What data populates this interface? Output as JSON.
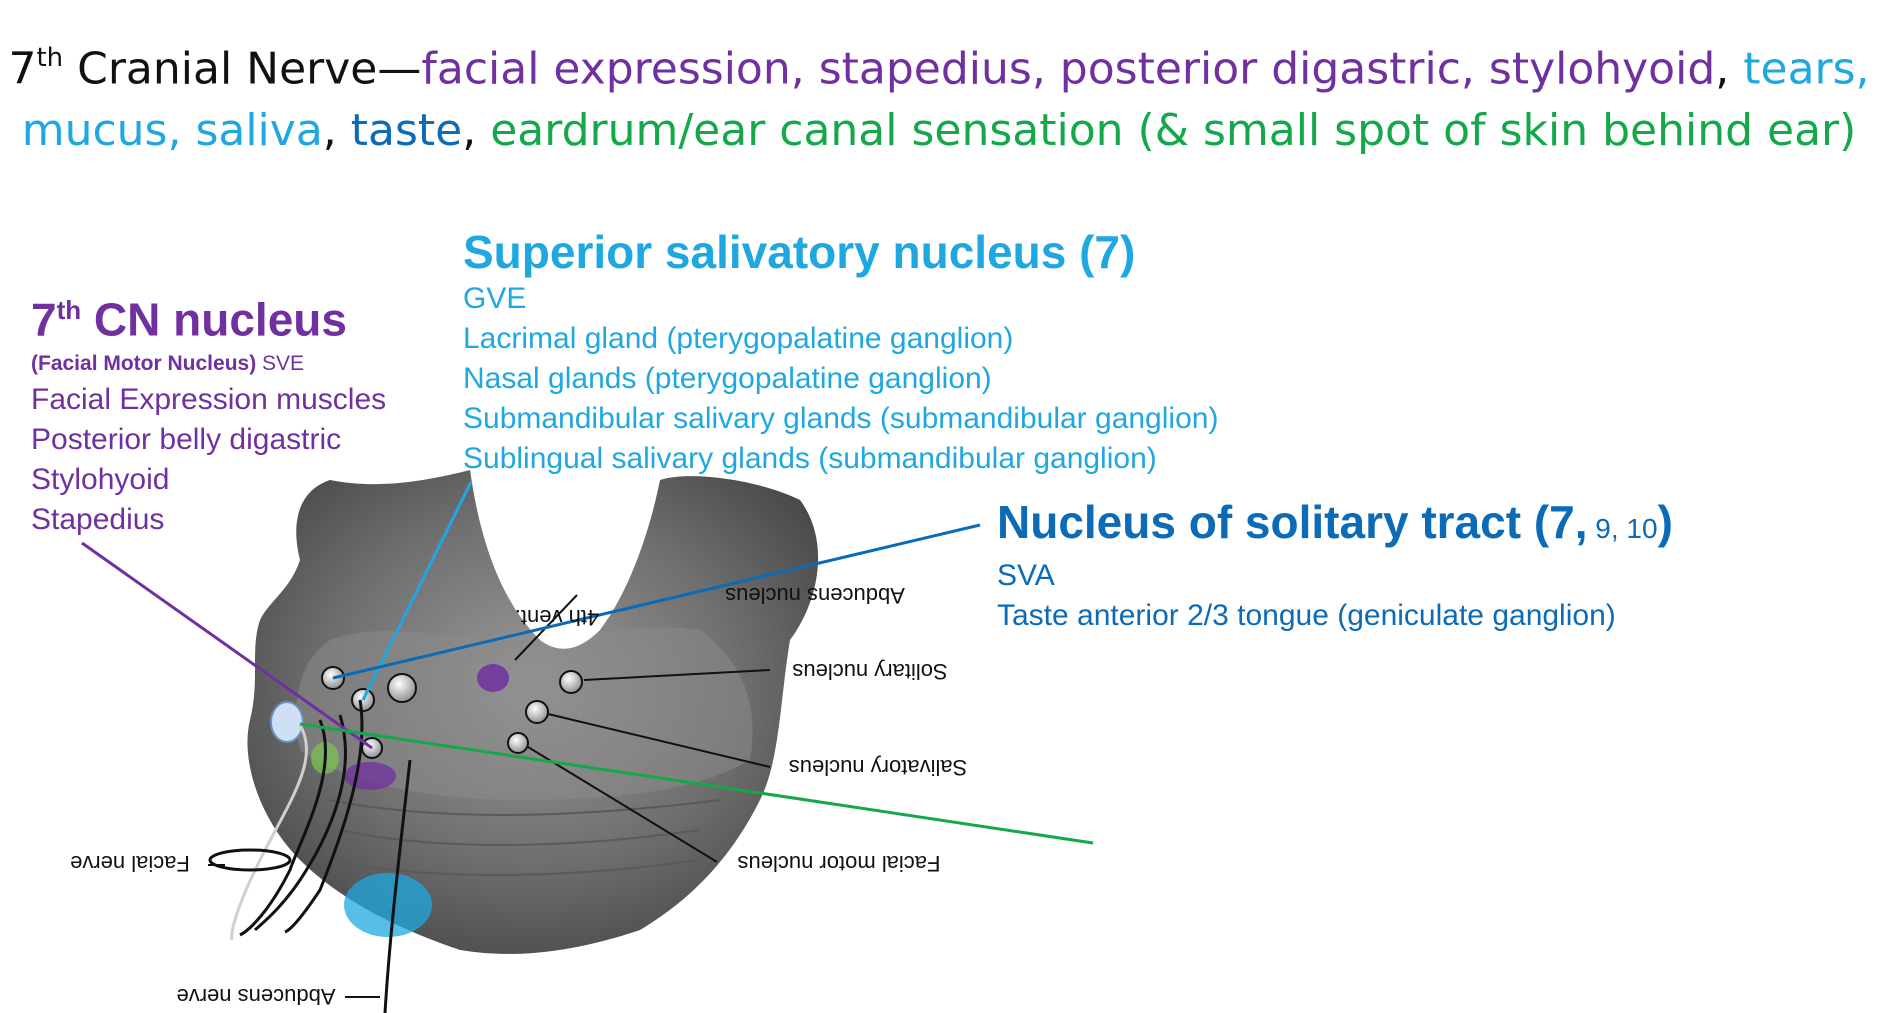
{
  "title": {
    "prefix_main": "7",
    "prefix_sup": "th",
    "prefix_rest": " Cranial Nerve—",
    "motor_text": "facial expression, stapedius, posterior digastric, stylohyoid",
    "sep1": ", ",
    "secretory_text_1": "tears,",
    "secretory_text_2": "mucus, saliva",
    "sep2": ", ",
    "taste_text": "taste",
    "sep3": ", ",
    "sensory_text": "eardrum/ear canal sensation (& small spot of skin behind ear)"
  },
  "motor_nucleus": {
    "title_main": "7",
    "title_sup": "th",
    "title_rest": " CN nucleus",
    "subtitle_bold": "(Facial Motor Nucleus)",
    "subtitle_rest": " SVE",
    "items": [
      "Facial Expression muscles",
      "Posterior belly digastric",
      "Stylohyoid",
      "Stapedius"
    ]
  },
  "salivatory_nucleus": {
    "title": "Superior salivatory nucleus (7)",
    "items": [
      "GVE",
      "Lacrimal gland (pterygopalatine ganglion)",
      "Nasal glands (pterygopalatine ganglion)",
      "Submandibular salivary glands (submandibular ganglion)",
      "Sublingual salivary glands (submandibular ganglion)"
    ]
  },
  "solitary_nucleus": {
    "title_main": "Nucleus of solitary tract (7,",
    "title_small": " 9, 10",
    "title_end": ")",
    "items": [
      "SVA",
      "Taste anterior 2/3 tongue (geniculate ganglion)"
    ]
  },
  "diagram_labels": {
    "abducens_nucleus": "Abducens nucleus",
    "fourth_vent": "4th vent.",
    "solitary": "Solitary nucleus",
    "salivatory": "Salivatory nucleus",
    "facial_motor": "Facial motor nucleus",
    "facial_nerve": "Facial nerve",
    "abducens_nerve": "Abducens nerve"
  },
  "colors": {
    "motor": "#7030a0",
    "secretory": "#1fa8e0",
    "taste": "#0b6bb6",
    "sensory": "#14a84a",
    "text": "#111111"
  }
}
